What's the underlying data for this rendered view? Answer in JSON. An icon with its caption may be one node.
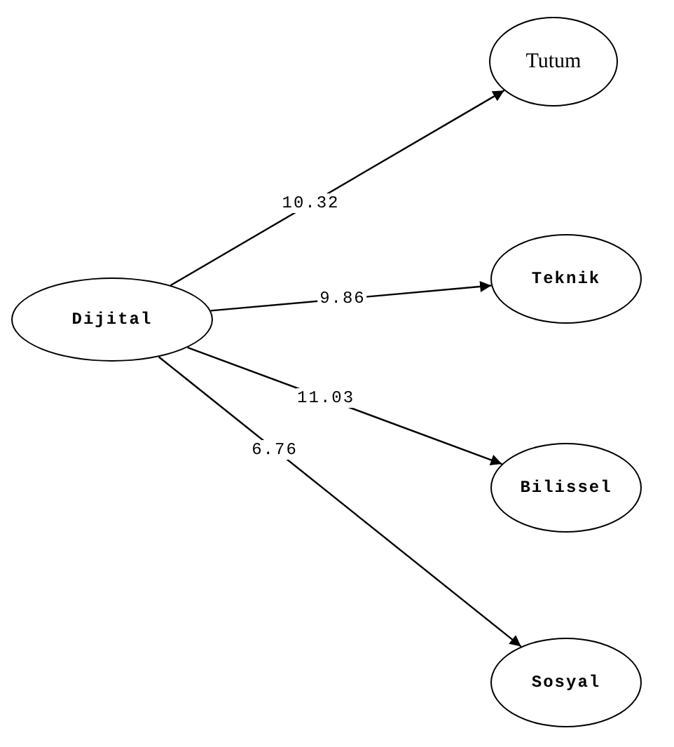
{
  "diagram": {
    "nodes": [
      {
        "text": [
          "Dijital"
        ]
      },
      {
        "text": [
          "Tutum"
        ]
      },
      {
        "text": [
          "Teknik"
        ]
      },
      {
        "text": [
          "Bilissel"
        ]
      },
      {
        "text": [
          "Sosyal"
        ]
      }
    ],
    "edges": [
      {
        "from": 0,
        "to": 1,
        "arrow": "to",
        "label": "10.32"
      },
      {
        "from": 0,
        "to": 2,
        "arrow": "to",
        "label": "9.86"
      },
      {
        "from": 0,
        "to": 3,
        "arrow": "to",
        "label": "11.03"
      },
      {
        "from": 0,
        "to": 4,
        "arrow": "to",
        "label": "6.76"
      }
    ]
  }
}
